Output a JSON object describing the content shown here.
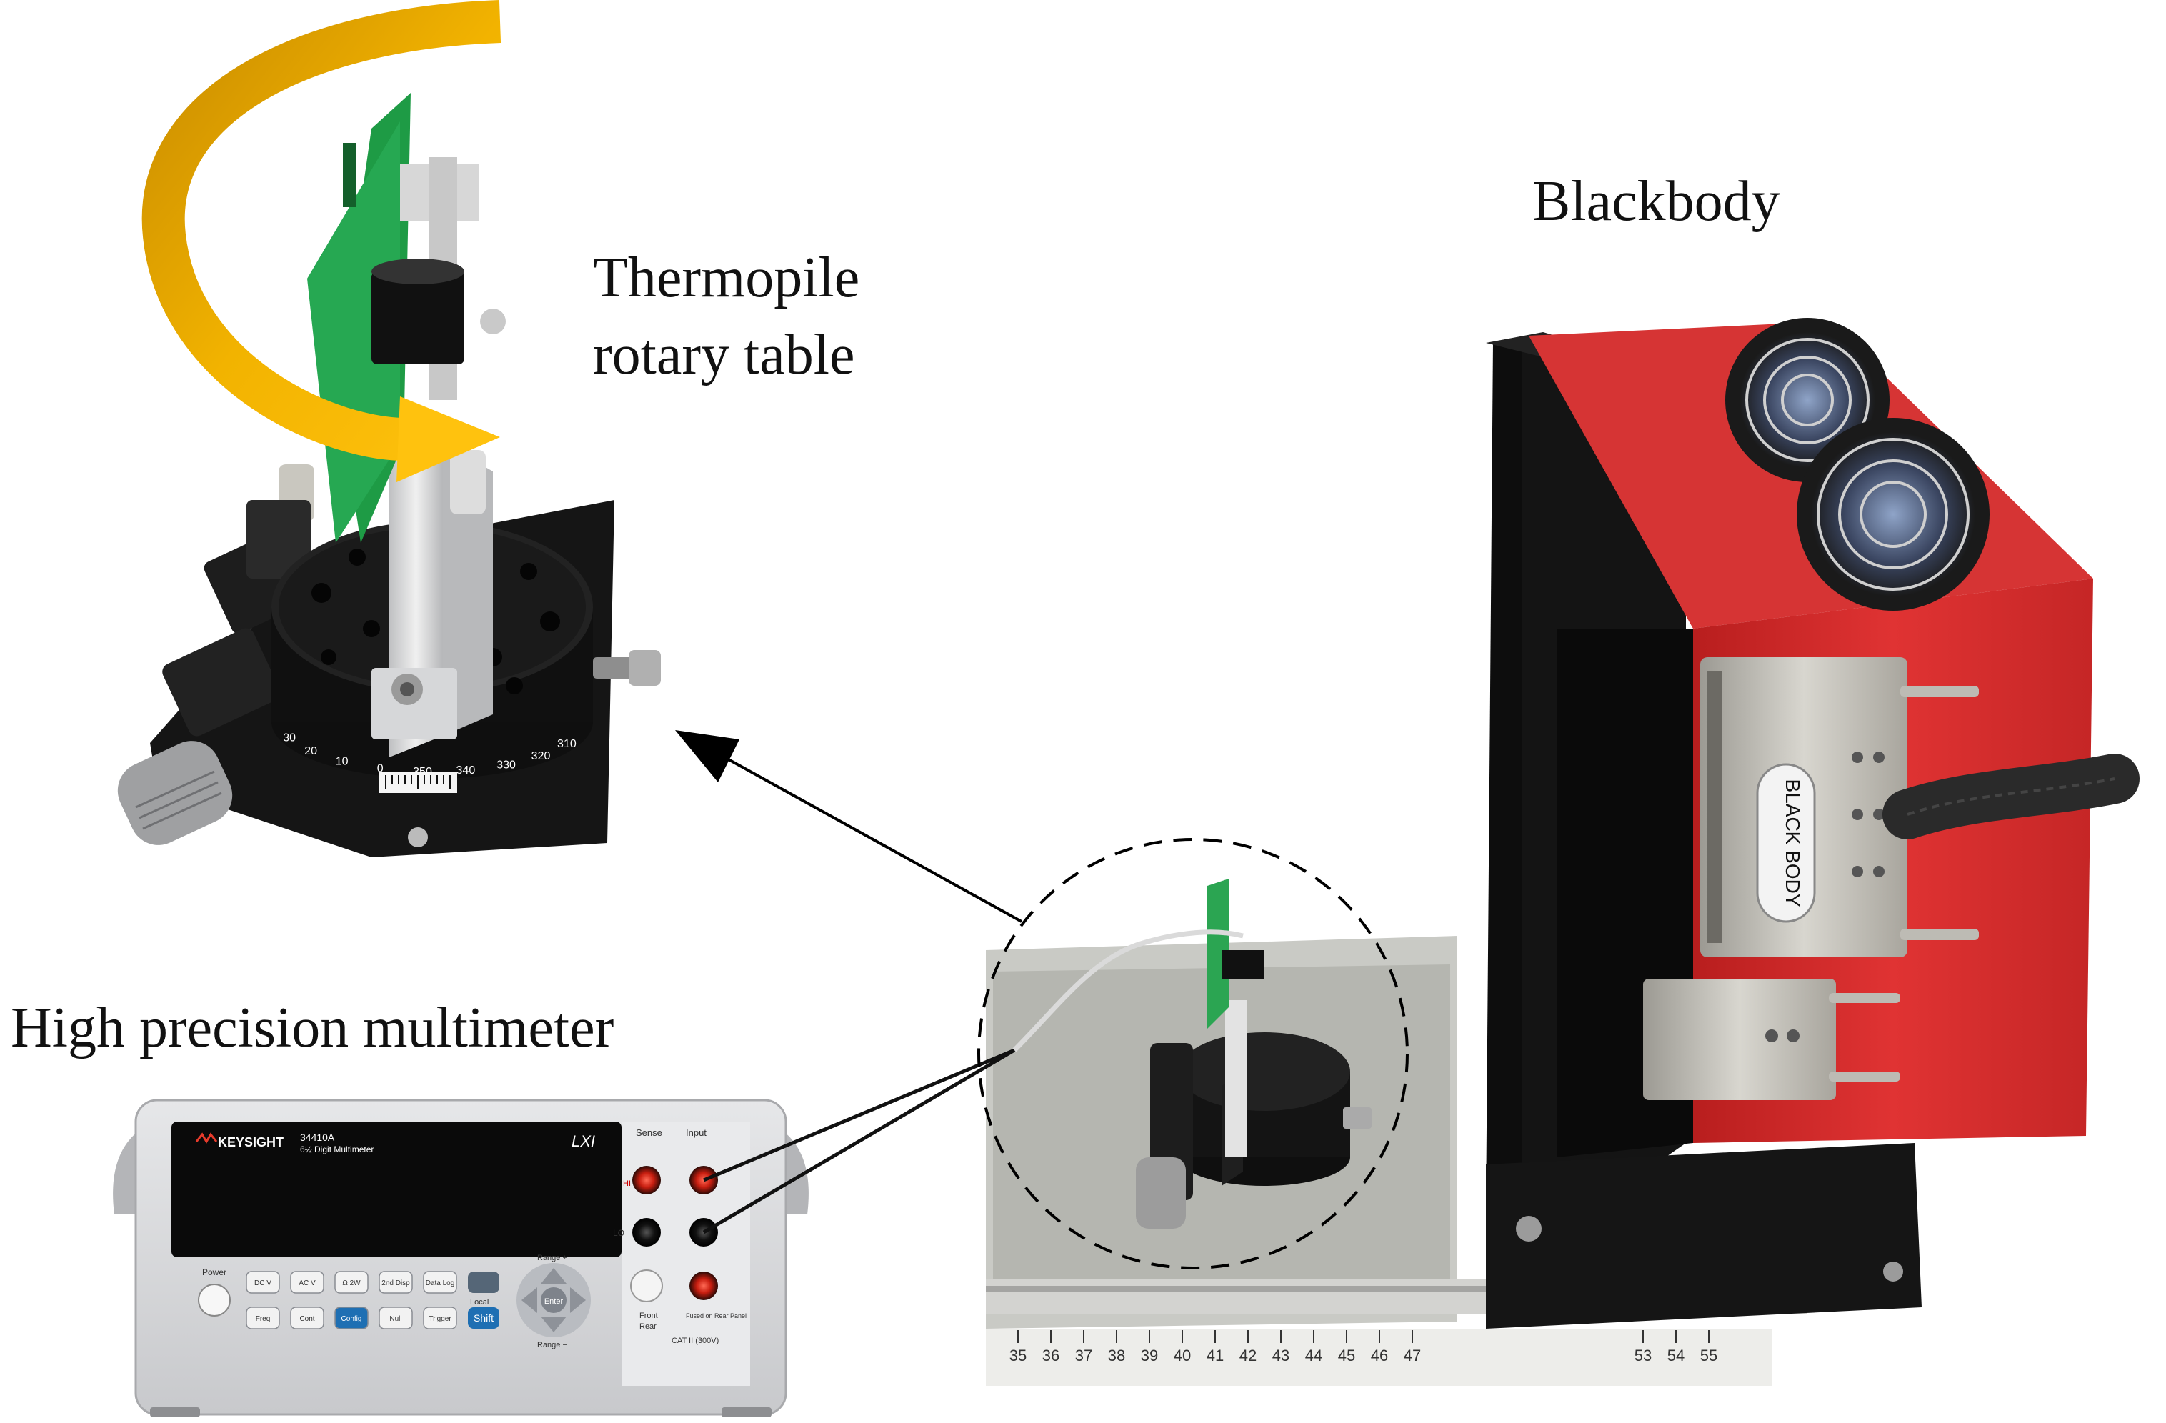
{
  "labels": {
    "rotary_table_line1": "Thermopile",
    "rotary_table_line2": "rotary table",
    "blackbody": "Blackbody",
    "multimeter": "High precision multimeter"
  },
  "multimeter": {
    "brand": "KEYSIGHT",
    "model": "34410A",
    "subtitle": "6½ Digit Multimeter",
    "lxi": "LXI",
    "sense_label": "Sense",
    "input_label": "Input",
    "power_label": "Power",
    "hi_label": "HI",
    "lo_label": "LO",
    "fused_label": "Fused on Rear Panel",
    "front_label": "Front",
    "rear_label": "Rear",
    "cat_label": "CAT II (300V)",
    "keys_row1": [
      "DC V",
      "AC V",
      "Ω 2W",
      "2nd Disp",
      "Data Log"
    ],
    "keys_row2": [
      "Freq",
      "Cont",
      "Config",
      "Null",
      "Trigger"
    ],
    "key_shift": "Shift",
    "key_local": "Local",
    "key_enter": "Enter",
    "range_up": "Range +",
    "range_down": "Range −"
  },
  "blackbody_device": {
    "connector_label": "BLACK BODY"
  },
  "ruler": {
    "ticks_left": [
      "35",
      "36",
      "37",
      "38",
      "39",
      "40",
      "41",
      "42",
      "43",
      "44",
      "45",
      "46",
      "47"
    ],
    "ticks_right": [
      "53",
      "54",
      "55"
    ]
  },
  "rotary_scale": [
    "30",
    "20",
    "10",
    "0",
    "350",
    "340",
    "330",
    "320",
    "310"
  ],
  "colors": {
    "arrow_gold": "#E8A800",
    "blackbody_red": "#D42A2A",
    "pcb_green": "#1E9B45",
    "stage_black": "#1C1C1C",
    "multimeter_gray": "#D9DADC"
  }
}
